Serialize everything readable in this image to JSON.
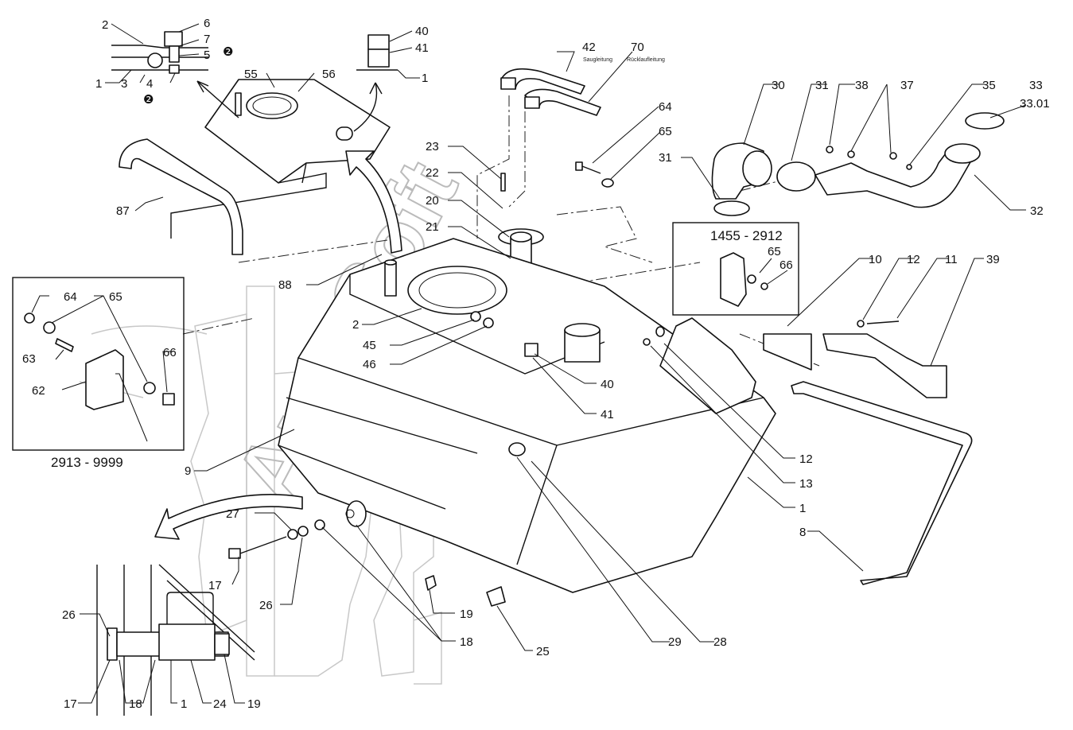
{
  "watermark": "AutoSoft",
  "boxes": {
    "left_range": "2913 - 9999",
    "right_range": "1455 - 2912"
  },
  "hose_notes": {
    "suction": "Saugleitung",
    "return": "Rücklaufleitung"
  },
  "callouts": {
    "c_2a": "2",
    "c_6": "6",
    "c_7": "7",
    "c_5": "5",
    "c_1a": "1",
    "c_3": "3",
    "c_4": "4",
    "c_40a": "40",
    "c_41a": "41",
    "c_1b": "1",
    "c_42": "42",
    "c_70": "70",
    "c_55": "55",
    "c_56": "56",
    "c_64a": "64",
    "c_65a": "65",
    "c_23": "23",
    "c_22": "22",
    "c_20": "20",
    "c_21": "21",
    "c_87": "87",
    "c_88": "88",
    "c_30": "30",
    "c_31a": "31",
    "c_38": "38",
    "c_37": "37",
    "c_35": "35",
    "c_33": "33",
    "c_3301": "33.01",
    "c_31b": "31",
    "c_32": "32",
    "c_65b": "65",
    "c_66b": "66",
    "c_10": "10",
    "c_12a": "12",
    "c_11": "11",
    "c_39": "39",
    "c_64b": "64",
    "c_65c": "65",
    "c_63": "63",
    "c_66c": "66",
    "c_62": "62",
    "c_2b": "2",
    "c_45": "45",
    "c_46": "46",
    "c_40b": "40",
    "c_41b": "41",
    "c_9": "9",
    "c_12b": "12",
    "c_13": "13",
    "c_1c": "1",
    "c_27": "27",
    "c_17a": "17",
    "c_26a": "26",
    "c_19a": "19",
    "c_18a": "18",
    "c_8": "8",
    "c_25": "25",
    "c_29": "29",
    "c_28": "28",
    "c_26b": "26",
    "c_17b": "17",
    "c_18b": "18",
    "c_1d": "1",
    "c_24": "24",
    "c_19b": "19",
    "mark_a": "❷",
    "mark_b": "❷"
  }
}
